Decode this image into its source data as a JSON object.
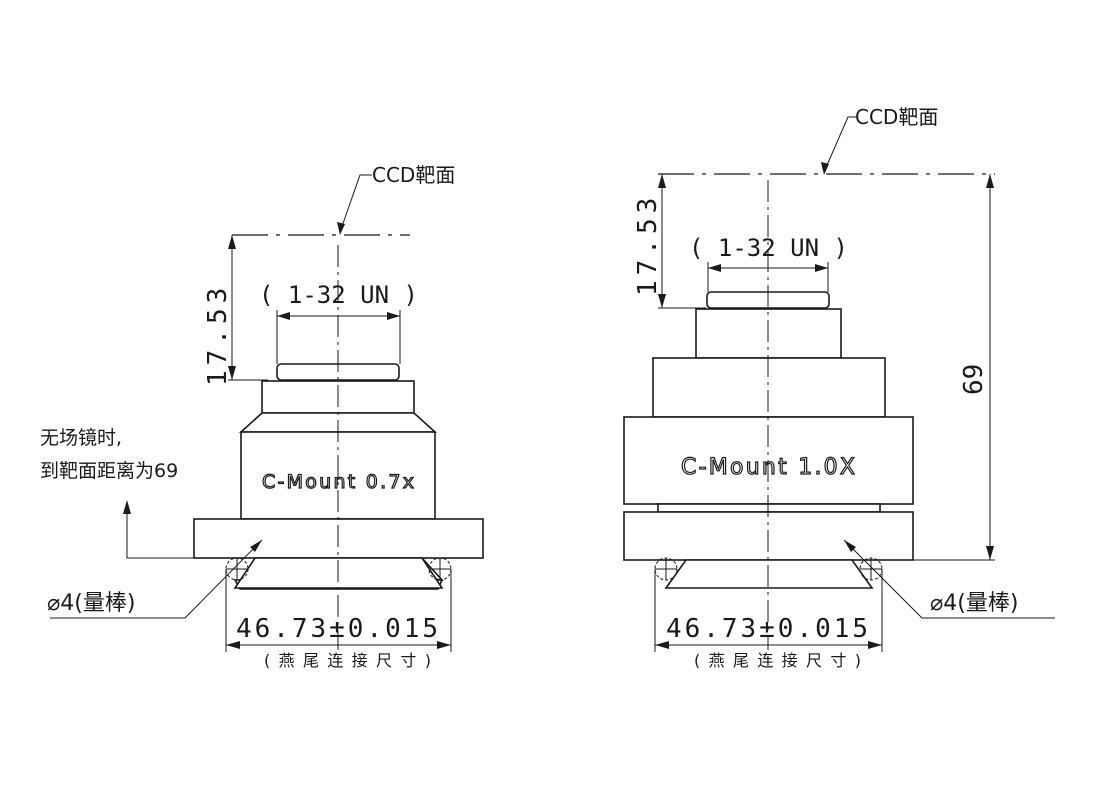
{
  "ccd_label": "CCD靶面",
  "thread_label": "( 1-32 UN )",
  "distance_dim": "17.53",
  "total_length_dim": "69",
  "note_line1": "无场镜时,",
  "note_line2": "到靶面距离为69",
  "rod_label": "⌀4(量棒)",
  "dovetail_dim": "46.73±0.015",
  "dovetail_note": "(燕尾连接尺寸)",
  "adapter_left_name": "C-Mount 0.7x",
  "adapter_right_name": "C-Mount 1.0X"
}
